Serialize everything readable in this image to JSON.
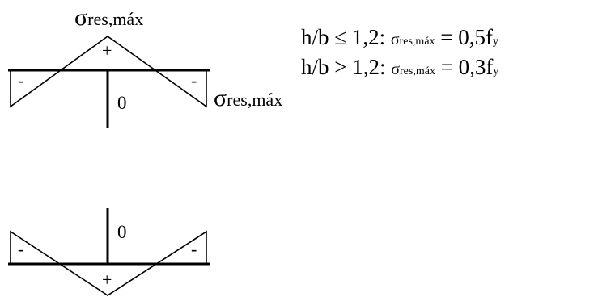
{
  "top_diagram": {
    "peak_label": {
      "symbol": "σ",
      "subscript": "res,máx"
    },
    "side_label": {
      "symbol": "σ",
      "subscript": "res,máx"
    },
    "sign_plus": "+",
    "sign_minus_left": "-",
    "sign_minus_right": "-",
    "zero_label": "0"
  },
  "bottom_diagram": {
    "sign_plus": "+",
    "sign_minus_left": "-",
    "sign_minus_right": "-",
    "zero_label": "0"
  },
  "formulas": [
    {
      "condition": "h/b ≤ 1,2: ",
      "symbol": "σ",
      "subscript": "res,máx",
      "value": " = 0,5f",
      "value_subscript": "y"
    },
    {
      "condition": "h/b > 1,2: ",
      "symbol": "σ",
      "subscript": "res,máx",
      "value": " = 0,3f",
      "value_subscript": "y"
    }
  ],
  "colors": {
    "ink": "#000000",
    "background": "#ffffff"
  }
}
